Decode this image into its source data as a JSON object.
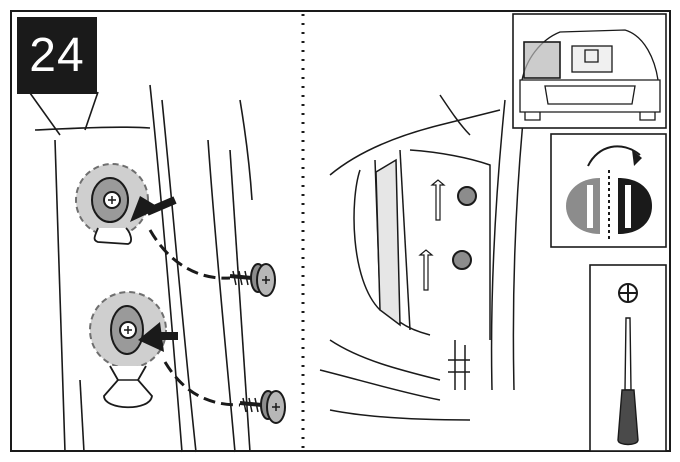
{
  "step": {
    "number": "24"
  },
  "panels": {
    "left": {
      "content": "fastener-removal-closeup",
      "fasteners": 2
    },
    "right": {
      "content": "tailgate-side-trim-view"
    }
  },
  "insets": {
    "vehicle": {
      "icon": "vehicle-rear-open-tailgate-icon"
    },
    "rotation": {
      "icon": "rotate-quarter-turn-icon"
    },
    "tool": {
      "icon": "phillips-screwdriver-icon"
    }
  },
  "colors": {
    "ink": "#1a1a1a",
    "gray": "#8c8c8c",
    "lightgray": "#c8c8c8",
    "highlight": "#b7b7b7"
  }
}
